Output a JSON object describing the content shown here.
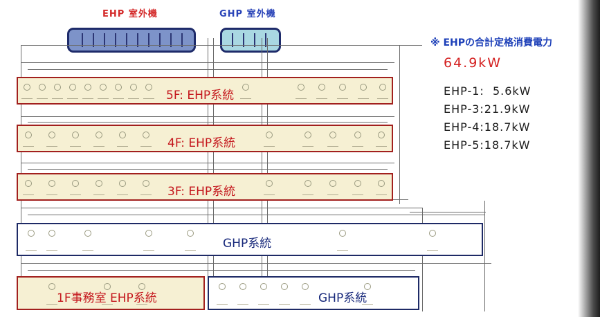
{
  "headers": {
    "ehp_outdoor": "EHP 室外機",
    "ghp_outdoor": "GHP 室外機"
  },
  "floors": [
    {
      "label": "5F: EHP系統"
    },
    {
      "label": "4F: EHP系統"
    },
    {
      "label": "3F: EHP系統"
    },
    {
      "label": "GHP系統"
    },
    {
      "label": "1F事務室 EHP系統"
    },
    {
      "label": "GHP系統"
    }
  ],
  "totals": {
    "title": "※ EHPの合計定格消費電力",
    "value": "64.9kW",
    "items": [
      {
        "name": "EHP-1",
        "value": ":  5.6kW"
      },
      {
        "name": "EHP-3",
        "value": ":21.9kW"
      },
      {
        "name": "EHP-4",
        "value": ":18.7kW"
      },
      {
        "name": "EHP-5",
        "value": ":18.7kW"
      }
    ]
  },
  "colors": {
    "ehp_accent": "#c4161c",
    "ghp_accent": "#16277a",
    "ehp_fill": "#f6f0d3",
    "ehp_unit_fill": "#7d93c9",
    "ghp_unit_fill": "#a9d8e2"
  }
}
